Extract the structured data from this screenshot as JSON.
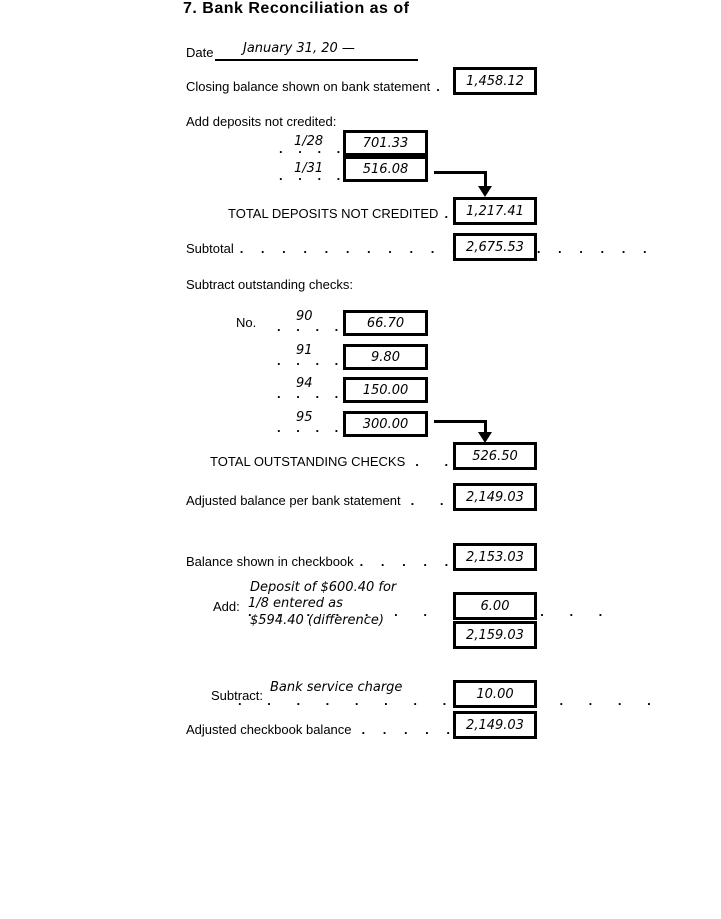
{
  "title": "7. Bank Reconciliation as of",
  "ink_color": "#000000",
  "paper_color": "#ffffff",
  "date_row": {
    "label": "Date",
    "value": "January 31, 20 —"
  },
  "closing": {
    "label": "Closing balance shown on bank statement",
    "dots": ". .",
    "value": "1,458.12"
  },
  "deposits": {
    "heading": "Add deposits not credited:",
    "items": [
      {
        "date": "1/28",
        "dots": ". . . . .",
        "value": "701.33"
      },
      {
        "date": "1/31",
        "dots": ". . . . .",
        "value": "516.08"
      }
    ],
    "total": {
      "label": "TOTAL DEPOSITS NOT CREDITED",
      "dots": ". .",
      "value": "1,217.41"
    }
  },
  "subtotal": {
    "label": "Subtotal",
    "dots": ". . . . . . . . . . . . . . . . . . . .",
    "value": "2,675.53"
  },
  "checks": {
    "heading": "Subtract outstanding checks:",
    "no_label": "No.",
    "items": [
      {
        "number": "90",
        "dots": ". . . . . .",
        "value": "66.70"
      },
      {
        "number": "91",
        "dots": ". . . . . .",
        "value": "9.80"
      },
      {
        "number": "94",
        "dots": ". . . . . .",
        "value": "150.00"
      },
      {
        "number": "95",
        "dots": ". . . . . .",
        "value": "300.00"
      }
    ],
    "total": {
      "label": "TOTAL OUTSTANDING CHECKS",
      "dots": ". . . . .",
      "value": "526.50"
    }
  },
  "adjusted_bank": {
    "label": "Adjusted balance per bank statement",
    "dots": ". . . .",
    "value": "2,149.03"
  },
  "checkbook_balance": {
    "label": "Balance shown in checkbook",
    "dots": ". . . . . . . . .",
    "value": "2,153.03"
  },
  "add_adjustment": {
    "label": "Add:",
    "note_line1": "Deposit of $600.40 for",
    "note_line2": "1/8 entered as",
    "note_line3": "$594.40 (difference)",
    "dots": ". . . . . . . . . . . . .",
    "value": "6.00",
    "result": "2,159.03"
  },
  "subtract_adjustment": {
    "label": "Subtract:",
    "note": "Bank service charge",
    "dots": ". . . . . . . . . . . . . . .",
    "value": "10.00"
  },
  "adjusted_checkbook": {
    "label": "Adjusted checkbook balance",
    "dots": ". . . . . . . . .",
    "value": "2,149.03"
  }
}
